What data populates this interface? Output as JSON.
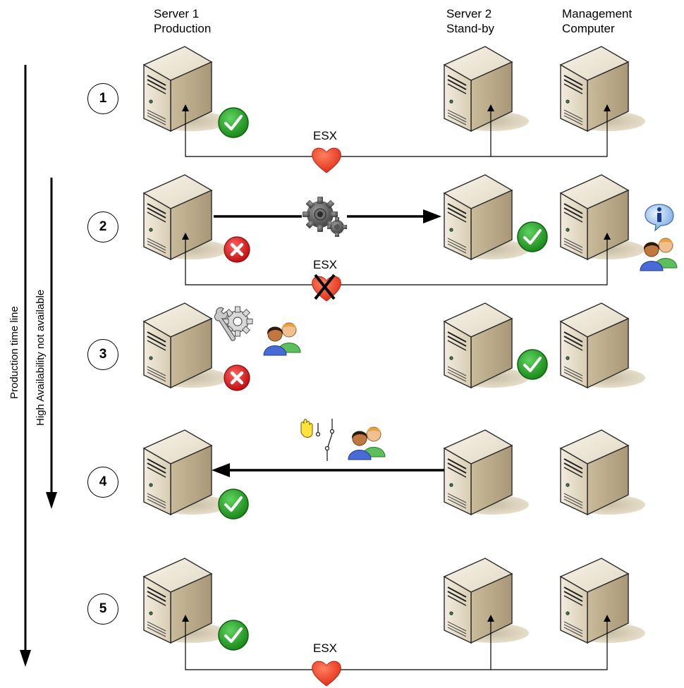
{
  "headers": {
    "server1": [
      "Server 1",
      "Production"
    ],
    "server2": [
      "Server 2",
      "Stand-by"
    ],
    "management": [
      "Management",
      "Computer"
    ]
  },
  "timeline_labels": {
    "production": "Production time line",
    "ha": "High Availability not available"
  },
  "steps": [
    "1",
    "2",
    "3",
    "4",
    "5"
  ],
  "esx_label": "ESX",
  "icons": {
    "server": "server-tower-icon",
    "ok": "green-check-icon",
    "fail": "red-x-icon",
    "heartbeat": "heart-icon",
    "process": "gears-icon",
    "maintenance": "gear-wrench-icon",
    "users": "users-icon",
    "info": "info-bubble-icon",
    "switch": "manual-switch-icon"
  },
  "colors": {
    "heart": "#e8382a",
    "ok": "#2a9a2a",
    "fail": "#d42020",
    "server_light": "#ede5d4",
    "server_dark": "#b8aa8a"
  }
}
